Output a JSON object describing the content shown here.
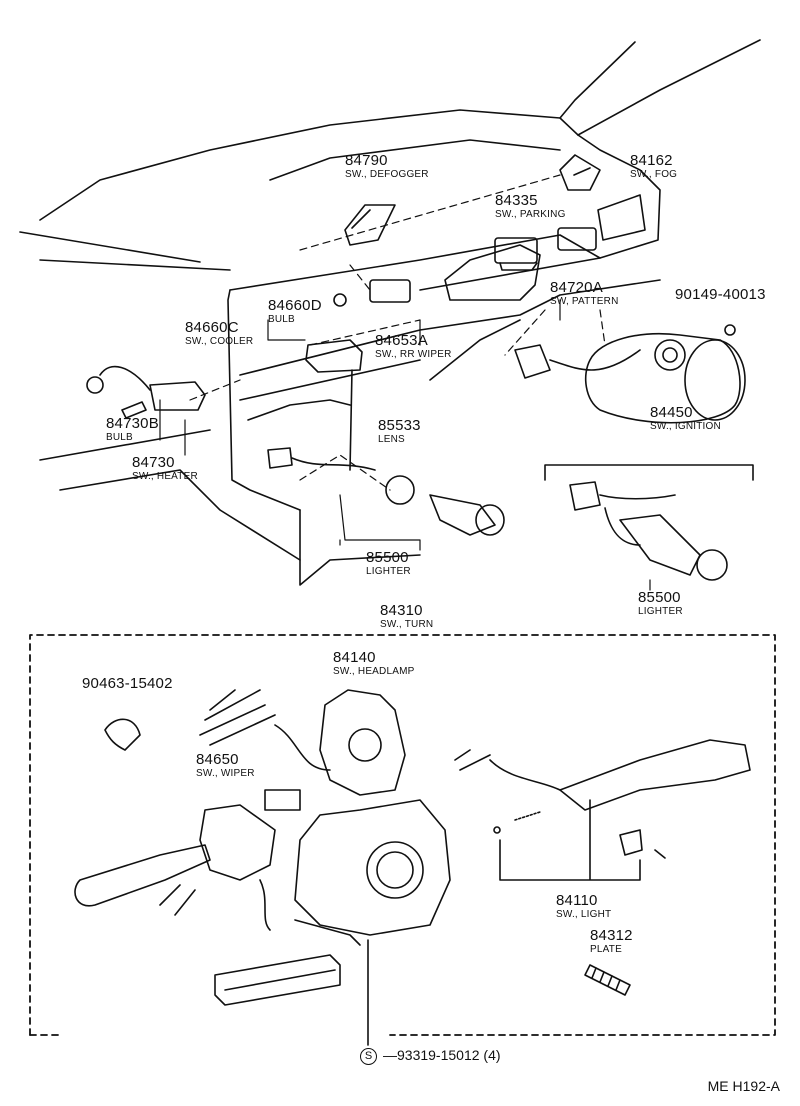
{
  "parts": [
    {
      "id": "84790",
      "pn": "84790",
      "name": "SW., DEFOGGER"
    },
    {
      "id": "84162",
      "pn": "84162",
      "name": "SW., FOG"
    },
    {
      "id": "84335",
      "pn": "84335",
      "name": "SW., PARKING"
    },
    {
      "id": "84720A",
      "pn": "84720A",
      "name": "SW, PATTERN"
    },
    {
      "id": "84660D",
      "pn": "84660D",
      "name": "BULB"
    },
    {
      "id": "84660C",
      "pn": "84660C",
      "name": "SW., COOLER"
    },
    {
      "id": "84653A",
      "pn": "84653A",
      "name": "SW., RR WIPER"
    },
    {
      "id": "90149-40013",
      "pn": "90149-40013",
      "name": ""
    },
    {
      "id": "84450",
      "pn": "84450",
      "name": "SW., IGNITION"
    },
    {
      "id": "84730B",
      "pn": "84730B",
      "name": "BULB"
    },
    {
      "id": "84730",
      "pn": "84730",
      "name": "SW., HEATER"
    },
    {
      "id": "85533",
      "pn": "85533",
      "name": "LENS"
    },
    {
      "id": "85500-main",
      "pn": "85500",
      "name": "LIGHTER"
    },
    {
      "id": "85500-alt",
      "pn": "85500",
      "name": "LIGHTER"
    },
    {
      "id": "84310",
      "pn": "84310",
      "name": "SW., TURN"
    },
    {
      "id": "84140",
      "pn": "84140",
      "name": "SW., HEADLAMP"
    },
    {
      "id": "90463-15402",
      "pn": "90463-15402",
      "name": ""
    },
    {
      "id": "84650",
      "pn": "84650",
      "name": "SW., WIPER"
    },
    {
      "id": "84110",
      "pn": "84110",
      "name": "SW., LIGHT"
    },
    {
      "id": "84312",
      "pn": "84312",
      "name": "PLATE"
    }
  ],
  "screw": {
    "symbol": "S",
    "pn": "93319-15012",
    "qty": "(4)"
  },
  "diagram_code": "ME H192-A"
}
